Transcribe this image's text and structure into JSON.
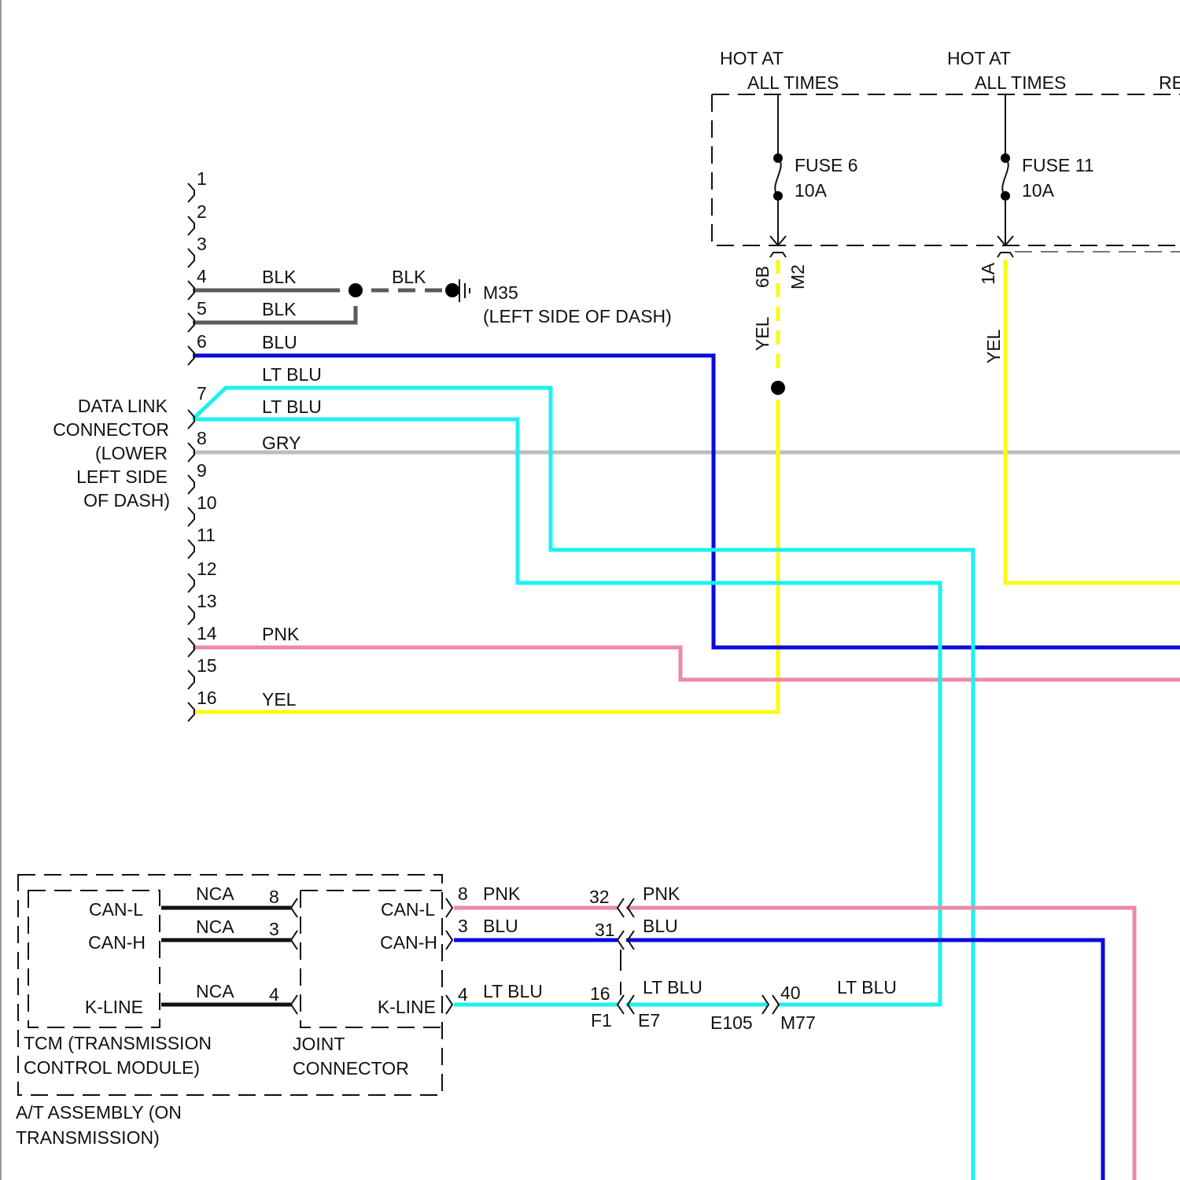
{
  "colors": {
    "blk": "#5a5a5a",
    "blu": "#0a0adc",
    "lt_blu": "#1ef0f0",
    "gry": "#bdbdbd",
    "pnk": "#ec8aa6",
    "yel": "#fafa14",
    "nca": "#111111"
  },
  "power": {
    "hot1": {
      "line1": "HOT AT",
      "line2": "ALL TIMES"
    },
    "hot2": {
      "line1": "HOT AT",
      "line2": "ALL TIMES"
    },
    "hot3_partial": "RE",
    "fuse6": {
      "name": "FUSE 6",
      "rating": "10A",
      "terminal": "6B",
      "connector": "M2",
      "wire": "YEL"
    },
    "fuse11": {
      "name": "FUSE 11",
      "rating": "10A",
      "terminal": "1A",
      "wire": "YEL"
    }
  },
  "dlc": {
    "label": [
      "DATA LINK",
      "CONNECTOR",
      "(LOWER",
      "LEFT SIDE",
      "OF DASH)"
    ],
    "pins": [
      "1",
      "2",
      "3",
      "4",
      "5",
      "6",
      "7",
      "8",
      "9",
      "10",
      "11",
      "12",
      "13",
      "14",
      "15",
      "16"
    ],
    "wire_labels": {
      "p4": "BLK",
      "p5": "BLK",
      "p6": "BLU",
      "p7a": "LT BLU",
      "p7b": "LT BLU",
      "p8": "GRY",
      "p14": "PNK",
      "p16": "YEL"
    }
  },
  "ground": {
    "wire": "BLK",
    "id": "M35",
    "location": "(LEFT SIDE OF DASH)"
  },
  "at_assembly": {
    "label": [
      "A/T ASSEMBLY (ON",
      "TRANSMISSION)"
    ],
    "tcm": {
      "label": [
        "TCM (TRANSMISSION",
        "CONTROL MODULE)"
      ],
      "pins": [
        "CAN-L",
        "CAN-H",
        "K-LINE"
      ]
    },
    "nca_wires": [
      {
        "label": "NCA",
        "pin": "8"
      },
      {
        "label": "NCA",
        "pin": "3"
      },
      {
        "label": "NCA",
        "pin": "4"
      }
    ],
    "joint": {
      "label": [
        "JOINT",
        "CONNECTOR"
      ],
      "pins": [
        "CAN-L",
        "CAN-H",
        "K-LINE"
      ]
    }
  },
  "bottom_wires": {
    "can_l": {
      "pin": "8",
      "color": "PNK",
      "inline_pin": "32",
      "color2": "PNK"
    },
    "can_h": {
      "pin": "3",
      "color": "BLU",
      "inline_pin": "31",
      "color2": "BLU"
    },
    "k_line": {
      "pin": "4",
      "color": "LT BLU",
      "inline_pin": "16",
      "connector_left": "F1",
      "connector_right": "E7",
      "color2": "LT BLU",
      "conn2_left": "E105",
      "conn2_pin": "40",
      "conn2_right": "M77",
      "color3": "LT BLU"
    }
  }
}
